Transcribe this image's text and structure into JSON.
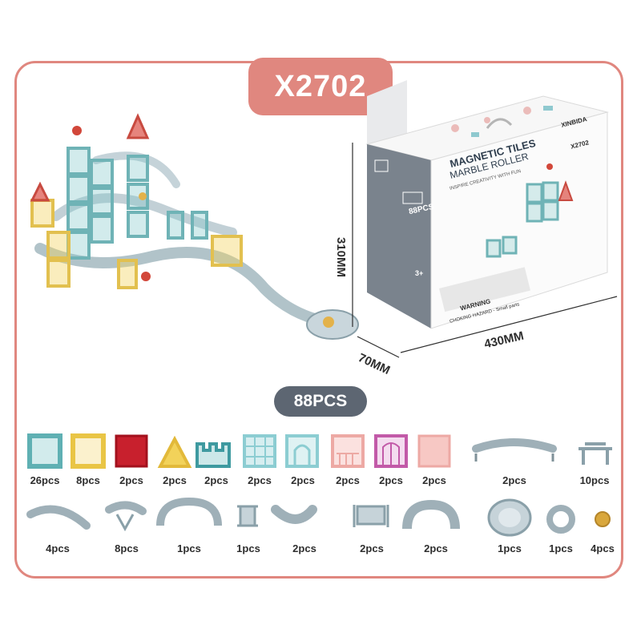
{
  "header": {
    "model": "X2702"
  },
  "count_badge": "88PCS",
  "dimensions": {
    "height": "310MM",
    "width": "430MM",
    "depth": "70MM"
  },
  "box": {
    "brand": "XINBIDA",
    "model": "X2702",
    "title_line1": "MAGNETIC TILES",
    "title_line2": "MARBLE ROLLER",
    "tagline": "INSPIRE CREATIVITY WITH FUN",
    "count": "88PCS",
    "age": "3+",
    "warning_title": "WARNING",
    "warning_text": "CHOKING HAZARD - Small parts"
  },
  "colors": {
    "frame": "#e0877f",
    "badge": "#5d6672",
    "tile_teal": "#7fc6c8",
    "tile_yellow": "#f2d25a",
    "tile_red": "#c8202d",
    "tile_pink": "#eda9a4",
    "tile_purple": "#c25aa8",
    "track": "#9fb0b8"
  },
  "parts_row1": [
    {
      "icon": "square-teal-tile-icon",
      "qty": "26pcs"
    },
    {
      "icon": "square-yellow-tile-icon",
      "qty": "8pcs"
    },
    {
      "icon": "square-red-tile-icon",
      "qty": "2pcs"
    },
    {
      "icon": "triangle-yellow-tile-icon",
      "qty": "2pcs"
    },
    {
      "icon": "battlement-teal-tile-icon",
      "qty": "2pcs"
    },
    {
      "icon": "grid-window-tile-icon",
      "qty": "2pcs"
    },
    {
      "icon": "arch-door-tile-icon",
      "qty": "2pcs"
    },
    {
      "icon": "pink-balcony-tile-icon",
      "qty": "2pcs"
    },
    {
      "icon": "purple-window-tile-icon",
      "qty": "2pcs"
    },
    {
      "icon": "pink-solid-tile-icon",
      "qty": "2pcs"
    },
    {
      "icon": "long-track-icon",
      "qty": "2pcs"
    },
    {
      "icon": "bridge-stand-icon",
      "qty": "10pcs"
    }
  ],
  "parts_row2": [
    {
      "icon": "curved-track-large-icon",
      "qty": "4pcs"
    },
    {
      "icon": "curved-track-small-icon",
      "qty": "8pcs"
    },
    {
      "icon": "u-turn-track-icon",
      "qty": "1pcs"
    },
    {
      "icon": "connector-spool-icon",
      "qty": "1pcs"
    },
    {
      "icon": "wide-curve-track-icon",
      "qty": "2pcs"
    },
    {
      "icon": "straight-short-track-icon",
      "qty": "2pcs"
    },
    {
      "icon": "half-pipe-track-icon",
      "qty": "2pcs"
    },
    {
      "icon": "funnel-bowl-icon",
      "qty": "1pcs"
    },
    {
      "icon": "ring-connector-icon",
      "qty": "1pcs"
    },
    {
      "icon": "marble-ball-icon",
      "qty": "4pcs"
    }
  ]
}
